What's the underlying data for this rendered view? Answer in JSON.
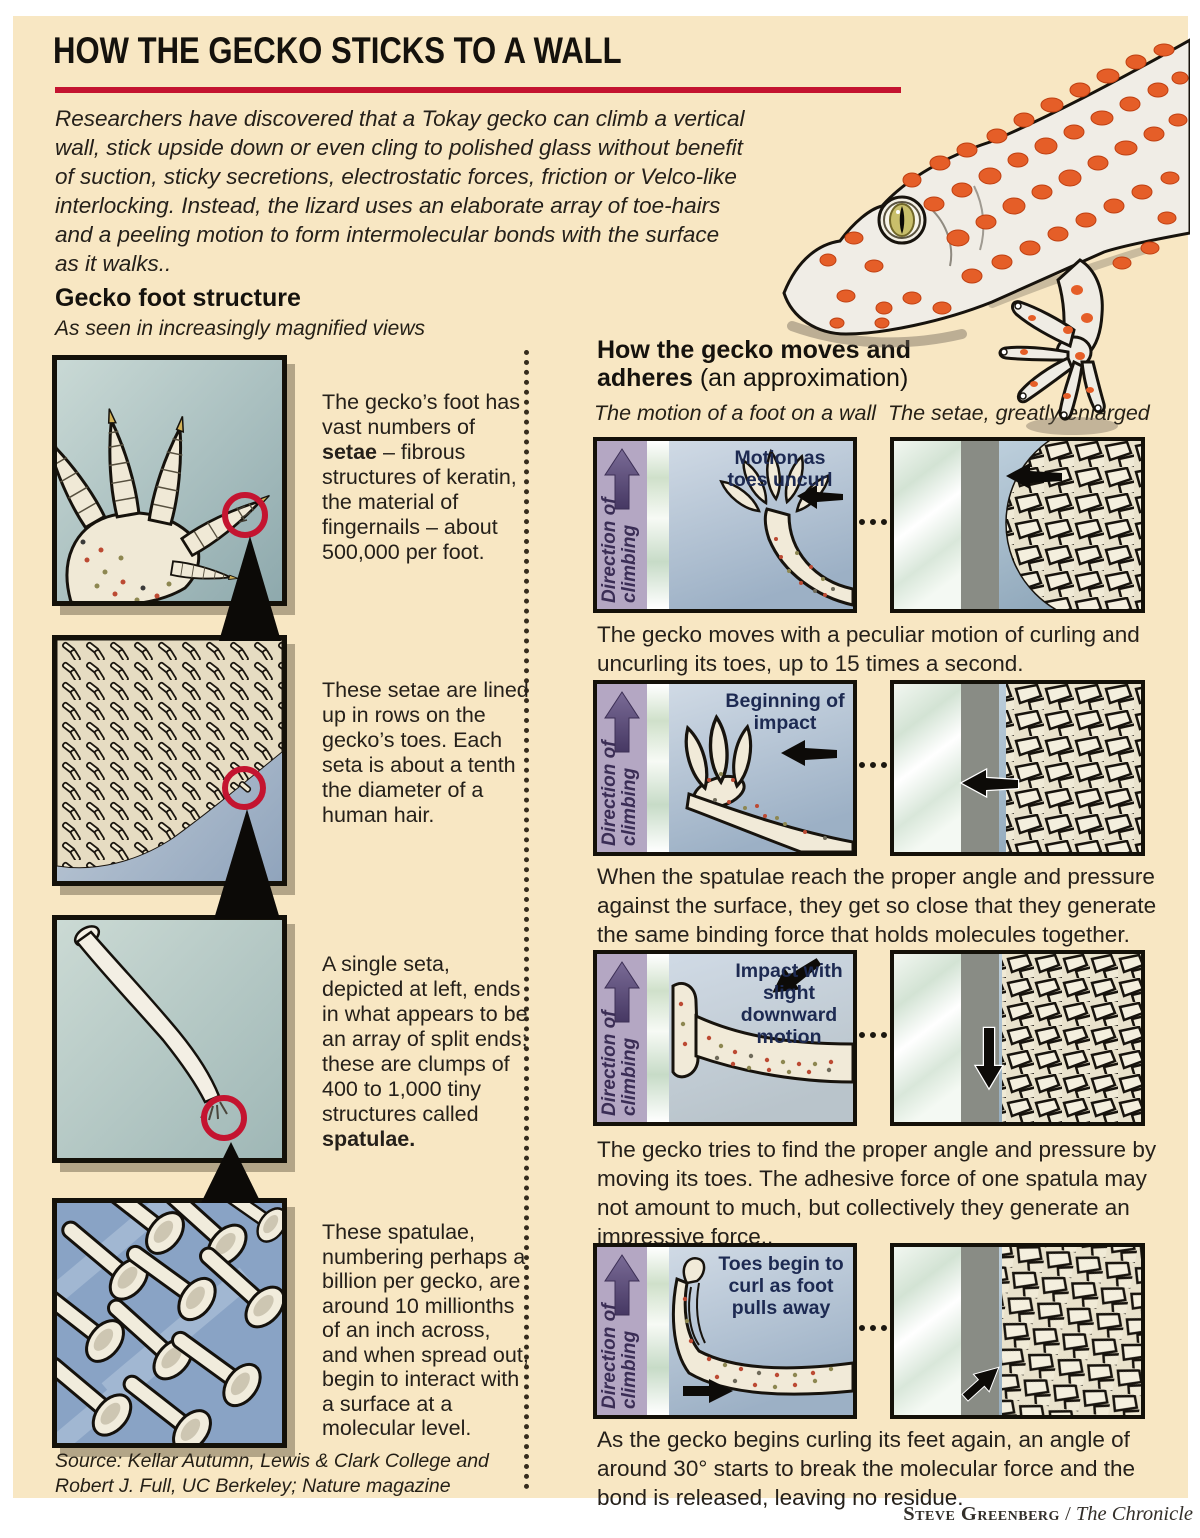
{
  "header": {
    "title": "HOW THE GECKO STICKS TO A WALL",
    "intro_lines": [
      "Researchers have discovered that a Tokay gecko can climb a vertical",
      "wall, stick upside down or even cling to polished glass without benefit",
      "of suction, sticky secretions, electrostatic forces, friction or Velco-like",
      "interlocking. Instead, the lizard uses an elaborate array of toe-hairs",
      "and a peeling motion to form intermolecular bonds with the surface",
      "as it walks.."
    ]
  },
  "left": {
    "heading": "Gecko foot structure",
    "subheading": "As seen in increasingly magnified views",
    "blocks": [
      {
        "pre": "The gecko’s foot has vast numbers of ",
        "bold": "setae",
        "post": " – fibrous structures of keratin, the material of fingernails – about 500,000 per foot."
      },
      {
        "pre": "These setae are lined up in rows on the gecko’s toes. Each seta is about a tenth the diameter of a human hair.",
        "bold": "",
        "post": ""
      },
      {
        "pre": "A single seta, depicted at left, ends in what appears to be an array of split ends; these are clumps of 400 to 1,000 tiny structures called ",
        "bold": "spatulae.",
        "post": ""
      },
      {
        "pre": "These spatulae, numbering perhaps a billion per gecko, are around 10 millionths of an inch across, and when spread out, begin to interact with a surface at a molecular level.",
        "bold": "",
        "post": ""
      }
    ],
    "source_lines": [
      "Source:  Kellar Autumn, Lewis & Clark College and",
      "Robert J. Full, UC Berkeley; Nature magazine"
    ]
  },
  "right": {
    "heading_line1": "How the gecko moves and",
    "heading_bold2": "adheres",
    "heading_normal2": " (an approximation)",
    "label_motion": "The motion of a foot on a wall",
    "label_setae": "The setae, greatly enlarged",
    "dir_line1": "Direction of",
    "dir_line2": "climbing",
    "rows": [
      {
        "panel_label": "Motion as toes uncurl",
        "caption": "The gecko moves with a peculiar motion of curling and uncurling its toes, up to 15 times a second."
      },
      {
        "panel_label": "Beginning of impact",
        "caption": "When the spatulae reach the proper angle and pressure against the surface, they get so close that they generate the same binding force that holds molecules together."
      },
      {
        "panel_label": "Impact with slight downward motion",
        "caption": "The gecko tries to find the proper angle and pressure by moving its toes. The adhesive force of one spatula may not amount to much, but collectively they generate an impressive force.."
      },
      {
        "panel_label": "Toes begin to curl as foot pulls away",
        "caption": "As the gecko begins curling its feet again, an angle of around 30° starts to break the molecular force and the bond is released, leaving no residue."
      }
    ]
  },
  "credit": {
    "name": "Steve Greenberg",
    "sep": " / ",
    "pub": "The Chronicle"
  },
  "icons": {
    "up-arrow": "direction-of-climbing-arrow",
    "left-arrow": "motion-arrow-left",
    "down-arrow": "motion-arrow-down",
    "right-arrow": "motion-arrow-right",
    "red-circle": "magnification-target-ring",
    "black-triangle": "magnification-callout"
  },
  "colors": {
    "poster_bg": "#f8e7c3",
    "accent_red": "#c41430",
    "purple_bar": "#b4a7c3",
    "purple_dark": "#463863",
    "navy_label": "#1d2a52",
    "panel_teal": "#a9c1bf",
    "panel_blue": "#8fa7ba",
    "wall_gray": "#898c85",
    "setae_cream": "#f1ecdc"
  }
}
